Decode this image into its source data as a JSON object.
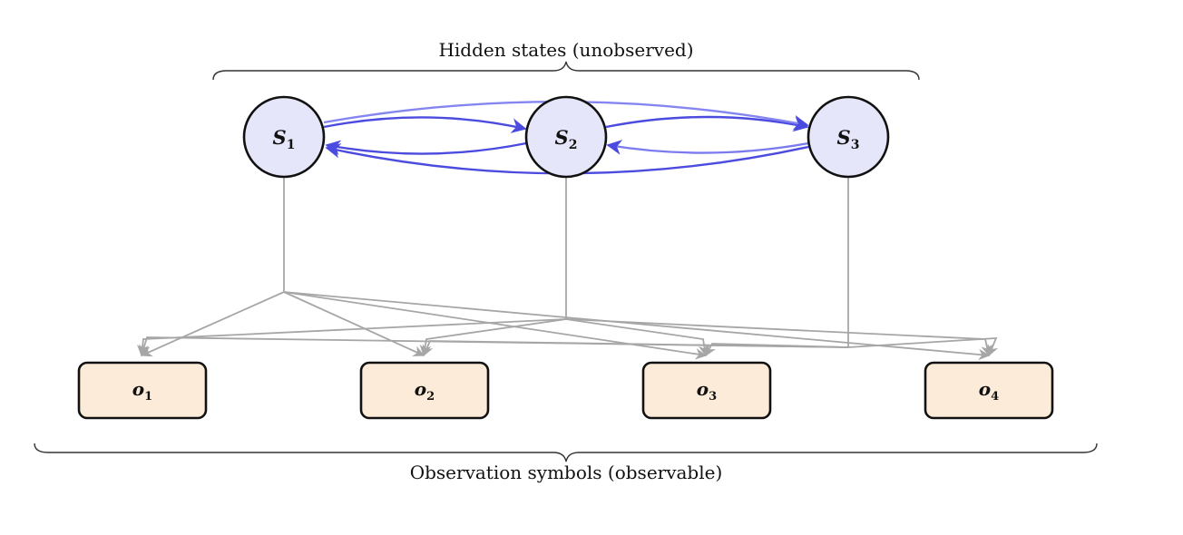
{
  "hidden_brace_label": "Hidden states (unobserved)",
  "observed_brace_label": "Observation symbols (observable)",
  "states": [
    {
      "letter": "S",
      "sub": "1"
    },
    {
      "letter": "S",
      "sub": "2"
    },
    {
      "letter": "S",
      "sub": "3"
    }
  ],
  "observations": [
    {
      "letter": "o",
      "sub": "1"
    },
    {
      "letter": "o",
      "sub": "2"
    },
    {
      "letter": "o",
      "sub": "3"
    },
    {
      "letter": "o",
      "sub": "4"
    }
  ],
  "colors": {
    "state_fill": "#e6e6fa",
    "state_stroke": "#111111",
    "obs_fill": "#fcebd9",
    "obs_stroke": "#111111",
    "transition_edge": "#5a5ae6",
    "emission_edge": "#b3b3b3"
  }
}
